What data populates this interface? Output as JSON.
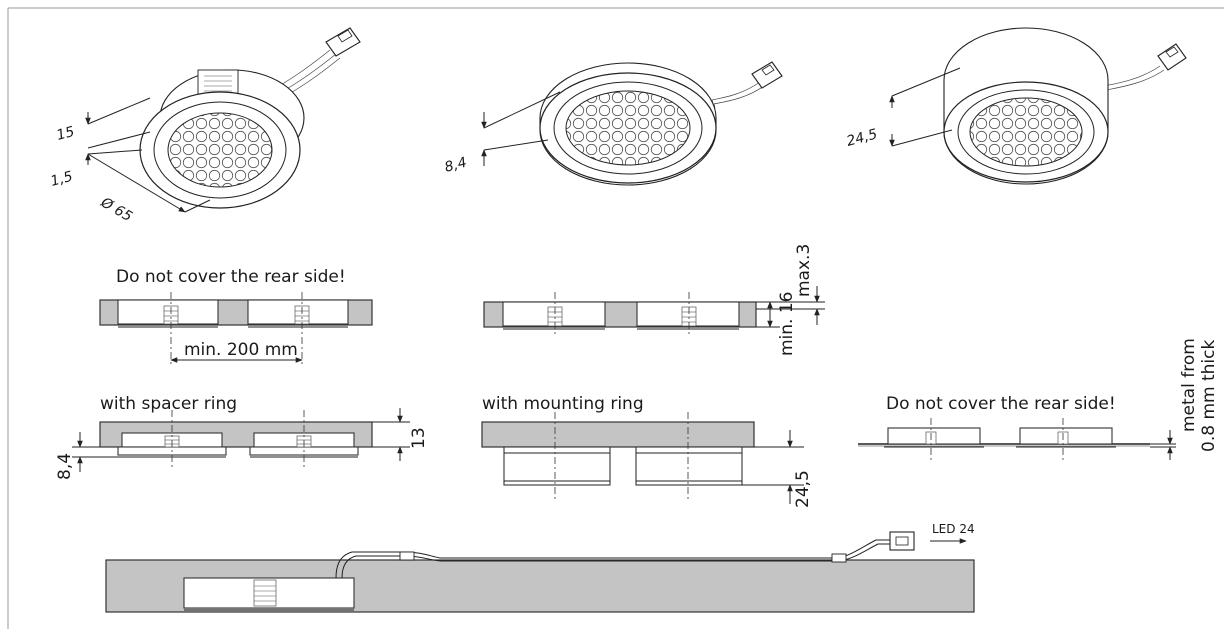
{
  "iso_views": {
    "recessed": {
      "dim_height": "15",
      "dim_flange": "1,5",
      "dim_diameter": "Ø 65"
    },
    "surface_flat": {
      "dim_height": "8,4"
    },
    "surface_ring": {
      "dim_height": "24,5"
    }
  },
  "recessed_section": {
    "caption": "Do not cover the rear side!",
    "dim_spacing": "min. 200 mm"
  },
  "recessed_depth_section": {
    "dim_depth": "max.3",
    "dim_min_thickness": "min. 16"
  },
  "spacer_ring_section": {
    "caption": "with spacer ring",
    "dim_depth": "13",
    "dim_height": "8,4"
  },
  "mounting_ring_section": {
    "caption": "with mounting ring",
    "dim_height": "24,5"
  },
  "metal_section": {
    "caption": "Do not cover the rear side!",
    "dim_metal": "metal from",
    "dim_metal_2": "0.8 mm thick"
  },
  "cable_section": {
    "connector_label": "LED 24"
  }
}
